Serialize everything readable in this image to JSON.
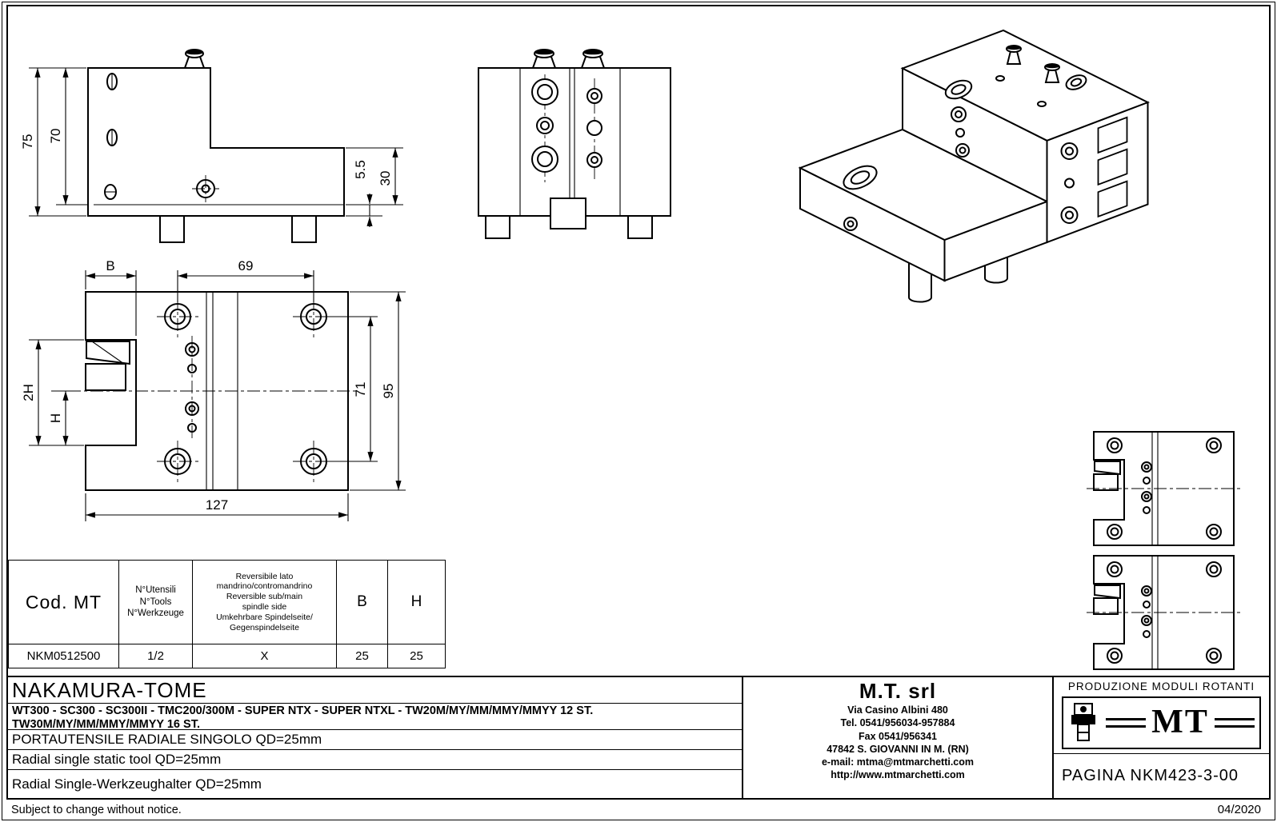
{
  "dims": {
    "side": {
      "h75": "75",
      "h70": "70",
      "s55": "5.5",
      "s30": "30"
    },
    "plan": {
      "b": "B",
      "w69": "69",
      "h2": "2H",
      "h": "H",
      "v71": "71",
      "v95": "95",
      "w127": "127"
    }
  },
  "table": {
    "col_cod": "Cod. MT",
    "col_tools": [
      "N°Utensili",
      "N°Tools",
      "N°Werkzeuge"
    ],
    "col_rev": [
      "Reversibile lato",
      "mandrino/contromandrino",
      "Reversible sub/main",
      "spindle side",
      "Umkehrbare Spindelseite/",
      "Gegenspindelseite"
    ],
    "col_b": "B",
    "col_h": "H",
    "row": {
      "cod": "NKM0512500",
      "tools": "1/2",
      "rev": "X",
      "b": "25",
      "h": "25"
    }
  },
  "titleblock": {
    "brand": "NAKAMURA-TOME",
    "machines1": "WT300 - SC300 - SC300II - TMC200/300M - SUPER NTX - SUPER NTXL - TW20M/MY/MM/MMY/MMYY 12 ST.",
    "machines2": "TW30M/MY/MM/MMY/MMYY 16 ST.",
    "desc_it": "PORTAUTENSILE RADIALE SINGOLO QD=25mm",
    "desc_en": "Radial single static tool QD=25mm",
    "desc_de": "Radial Single-Werkzeughalter QD=25mm"
  },
  "company": {
    "name": "M.T.  srl",
    "lines": [
      "Via Casino Albini 480",
      "Tel. 0541/956034-957884",
      "Fax 0541/956341",
      "47842 S. GIOVANNI IN M. (RN)",
      "e-mail: mtma@mtmarchetti.com",
      "http://www.mtmarchetti.com"
    ]
  },
  "rightblock": {
    "production": "PRODUZIONE MODULI ROTANTI",
    "logo": "MT",
    "page": "PAGINA NKM423-3-00"
  },
  "footer": {
    "note": "Subject to change without notice.",
    "date": "04/2020"
  }
}
